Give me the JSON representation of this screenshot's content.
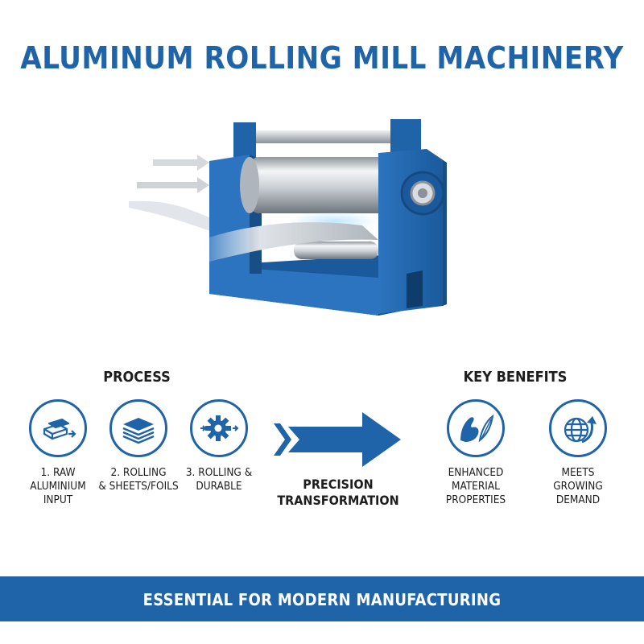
{
  "title": "ALUMINUM ROLLING MILL MACHINERY",
  "process": {
    "heading": "PROCESS",
    "steps": [
      {
        "label": "1. RAW\nALUMINIUM\nINPUT",
        "icon": "ingot-icon"
      },
      {
        "label": "2. ROLLING\n& SHEETS/FOILS",
        "icon": "sheets-stack-icon"
      },
      {
        "label": "3. ROLLING &\nDURABLE",
        "icon": "gear-icon"
      }
    ]
  },
  "transformation": {
    "label": "PRECISION\nTRANSFORMATION"
  },
  "benefits": {
    "heading": "KEY BENEFITS",
    "items": [
      {
        "label": "ENHANCED\nMATERIAL\nPROPERTIES",
        "icon": "flexed-arm-feather-icon"
      },
      {
        "label": "MEETS\nGROWING\nDEMAND",
        "icon": "globe-arrow-icon"
      }
    ]
  },
  "banner": {
    "text": "ESSENTIAL FOR MODERN MANUFACTURING"
  },
  "colors": {
    "brand_blue": "#1f63a8",
    "dark_blue": "#174e86",
    "steel": "#c9ced4"
  }
}
